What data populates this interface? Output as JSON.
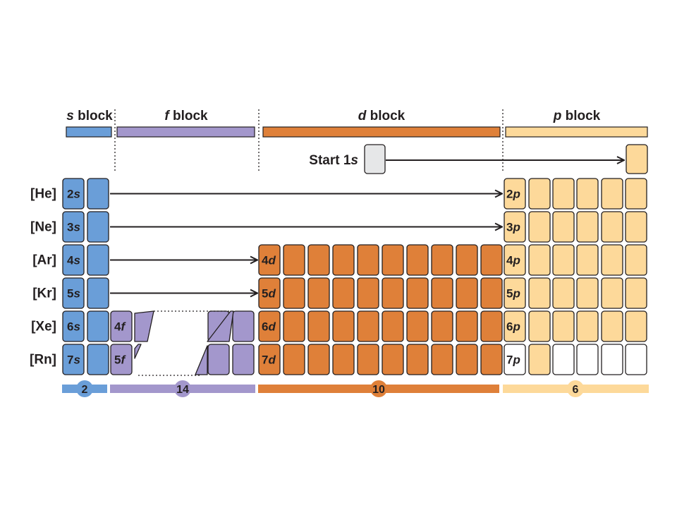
{
  "blocks": {
    "s": {
      "letter": "s",
      "word": " block",
      "color": "#6a9ed8",
      "count": "2"
    },
    "f": {
      "letter": "f",
      "word": " block",
      "color": "#a397cc",
      "count": "14"
    },
    "d": {
      "letter": "d",
      "word": " block",
      "color": "#df8039",
      "count": "10"
    },
    "p": {
      "letter": "p",
      "word": " block",
      "color": "#fdd99a",
      "count": "6"
    }
  },
  "start": {
    "text": "Start 1",
    "sub": "s"
  },
  "rows": [
    {
      "core": "[He]",
      "s": "2s",
      "p": "2p"
    },
    {
      "core": "[Ne]",
      "s": "3s",
      "p": "3p"
    },
    {
      "core": "[Ar]",
      "s": "4s",
      "d": "4d",
      "p": "4p"
    },
    {
      "core": "[Kr]",
      "s": "5s",
      "d": "5d",
      "p": "5p"
    },
    {
      "core": "[Xe]",
      "s": "6s",
      "f": "4f",
      "d": "6d",
      "p": "6p"
    },
    {
      "core": "[Rn]",
      "s": "7s",
      "f": "5f",
      "d": "7d",
      "p": "7p"
    }
  ],
  "colors": {
    "outline": "#231f20",
    "start_cell": "#e6e7e8",
    "empty": "#ffffff"
  }
}
